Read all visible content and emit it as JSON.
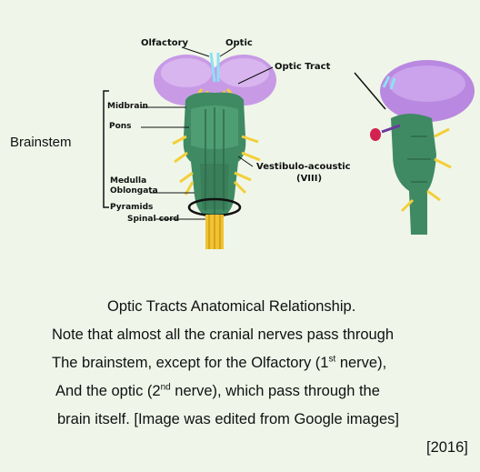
{
  "diagram": {
    "labels": {
      "olfactory": "Olfactory",
      "optic": "Optic",
      "optic_tract": "Optic Tract",
      "midbrain": "Midbrain",
      "pons": "Pons",
      "brainstem": "Brainstem",
      "medulla": "Medulla",
      "oblongata": "Oblongata",
      "pyramids": "Pyramids",
      "spinal_cord": "Spinal cord",
      "vestibulo_acoustic": "Vestibulo-acoustic",
      "viii": "(VIII)"
    }
  },
  "caption": {
    "title": "Optic Tracts Anatomical Relationship.",
    "line1": "Note that almost all the cranial nerves pass through",
    "line2_a": "The brainstem, except for the Olfactory (1",
    "line2_sup": "st",
    "line2_b": " nerve),",
    "line3_a": "And the optic (2",
    "line3_sup": "nd",
    "line3_b": " nerve), which pass through the",
    "line4": "brain itself. [Image was edited from Google images]",
    "line5": "[2016]"
  }
}
